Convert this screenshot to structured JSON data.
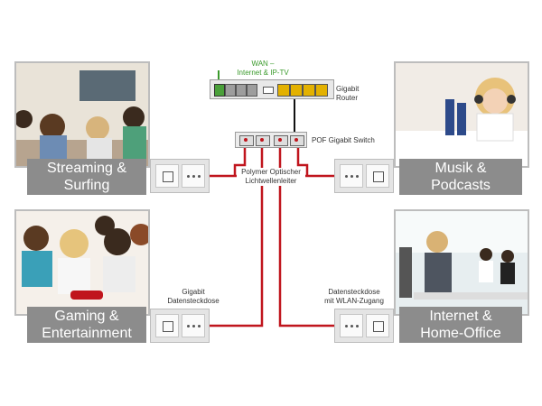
{
  "wan_label_line1": "WAN –",
  "wan_label_line2": "Internet & IP-TV",
  "router_label_line1": "Gigabit",
  "router_label_line2": "Router",
  "switch_label": "POF Gigabit Switch",
  "fiber_label_line1": "Polymer Optischer",
  "fiber_label_line2": "Lichtwellenleiter",
  "outlet_left_label_line1": "Gigabit",
  "outlet_left_label_line2": "Datensteckdose",
  "outlet_right_label_line1": "Datensteckdose",
  "outlet_right_label_line2": "mit WLAN-Zugang",
  "panels": {
    "streaming": {
      "line1": "Streaming &",
      "line2": "Surfing"
    },
    "musik": {
      "line1": "Musik &",
      "line2": "Podcasts"
    },
    "gaming": {
      "line1": "Gaming &",
      "line2": "Entertainment"
    },
    "office": {
      "line1": "Internet &",
      "line2": "Home-Office"
    }
  },
  "colors": {
    "fiber": "#c0151d",
    "wan": "#3a9a2b",
    "label_bg": "#8c8c8c",
    "router_port": "#e3b100"
  }
}
